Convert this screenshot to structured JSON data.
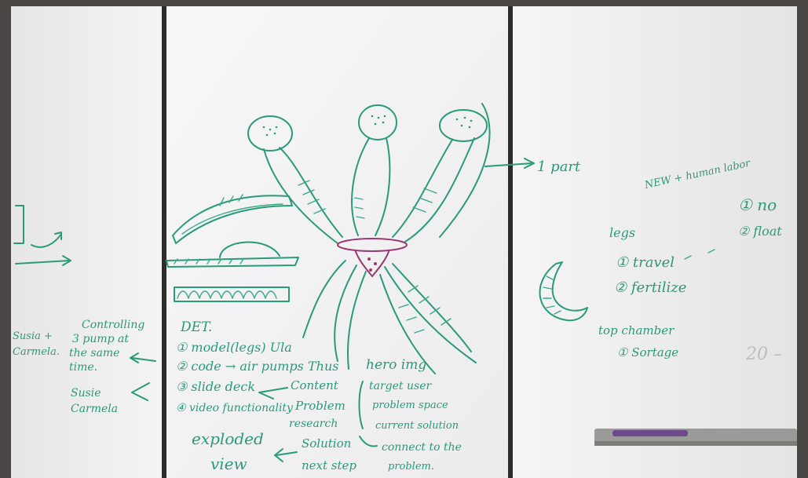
{
  "colors": {
    "frame": "#4a4643",
    "board_left": "#f2f2f2",
    "board_center": "#f5f5f6",
    "board_right": "#efefef",
    "ink_green": "#2a9a78",
    "ink_pink": "#9a3a74",
    "tray": "#9a9a98"
  },
  "left_panel": {
    "controlling": "Controlling",
    "pump": "3 pump at",
    "same": "the same",
    "time": "time.",
    "susia": "Susia +",
    "carmela": "Carmela.",
    "names_1": "Susie",
    "names_2": "Carmela"
  },
  "center_panel": {
    "det": "DET.",
    "item1": "① model(legs)  Ula",
    "item2": "② code → air pumps  Thus",
    "item3": "③ slide deck",
    "item4": "④ video  functionality",
    "content": "Content",
    "problem": "Problem",
    "research": "research",
    "solution": "Solution",
    "next": "next step",
    "exploded": "exploded",
    "view": "view",
    "hero": "hero img",
    "target": "target user",
    "space": "problem space",
    "current": "current solution",
    "connect": "connect to the",
    "problem2": "problem."
  },
  "right_panel": {
    "part": "1 part",
    "new_labor": "NEW + human labor",
    "no": "① no",
    "float": "② float",
    "legs": "legs",
    "travel": "① travel",
    "fertilize": "② fertilize",
    "top_chamber": "top chamber",
    "storage": "① Sortage",
    "twenty": "20 –"
  }
}
